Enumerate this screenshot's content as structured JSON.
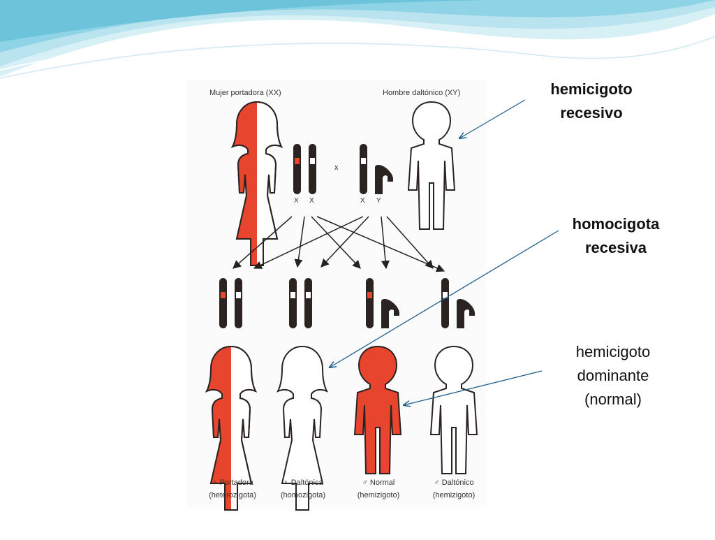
{
  "colors": {
    "carrier_red": "#e8452e",
    "chromosome": "#2b2321",
    "arrow_blue": "#1f5f8b",
    "wave_light": "#b9e3ef",
    "wave_dark": "#6cc3da"
  },
  "parents": {
    "mother_label": "Mujer portadora (XX)",
    "father_label": "Hombre daltónico (XY)",
    "cross_symbol": "x",
    "chromosomes_mother": [
      "X",
      "X"
    ],
    "chromosomes_father": [
      "X",
      "Y"
    ]
  },
  "offspring": [
    {
      "line1": "♀ Portadora",
      "line2": "(heterozigota)"
    },
    {
      "line1": "♀ Daltónica",
      "line2": "(homozigota)"
    },
    {
      "line1": "♂ Normal",
      "line2": "(hemizigoto)"
    },
    {
      "line1": "♂ Daltónico",
      "line2": "(hemizigoto)"
    }
  ],
  "annotations": {
    "a1_line1": "hemicigoto",
    "a1_line2": "recesivo",
    "a2_line1": "homocigota",
    "a2_line2": "recesiva",
    "a3_line1": "hemicigoto",
    "a3_line2": "dominante",
    "a3_line3": "(normal)"
  }
}
